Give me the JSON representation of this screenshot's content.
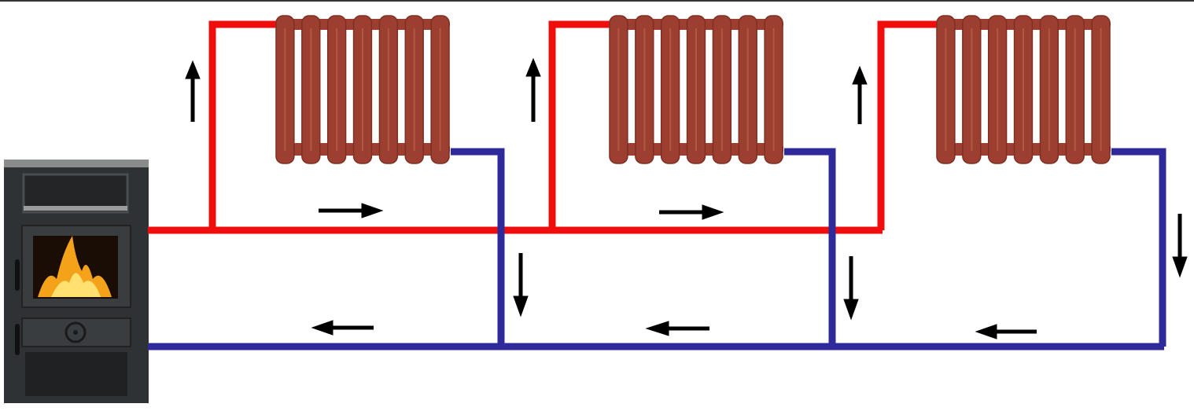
{
  "diagram": {
    "type": "single-pipe-heating-system",
    "boiler_icon": "wood-stove-icon",
    "radiator_icon": "cast-iron-radiator-icon",
    "radiator_count": 3,
    "sections_per_radiator": 7,
    "flow_arrow_icon": "arrow-icon"
  },
  "colors": {
    "supply_pipe": "#f20d0d",
    "return_pipe": "#2f2a9c",
    "radiator": "#9c3f30",
    "stove": "#34373a",
    "arrow": "#000000"
  }
}
